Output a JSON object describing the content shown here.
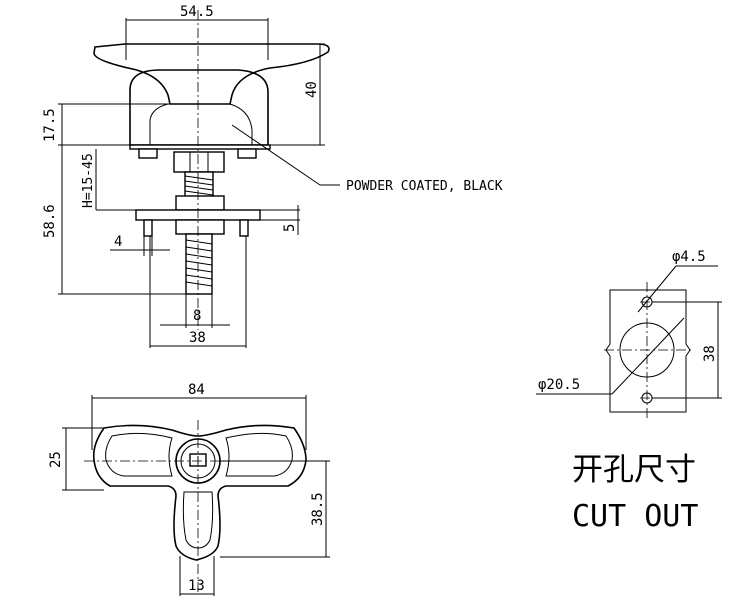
{
  "dimensions": {
    "top_width": "54.5",
    "height_40": "40",
    "h_17_5": "17.5",
    "h_58_6": "58.6",
    "grip_range": "H=15-45",
    "pin_4": "4",
    "d_5": "5",
    "thread_8": "8",
    "base_38": "38",
    "plan_84": "84",
    "plan_25": "25",
    "plan_38_5": "38.5",
    "plan_13": "13",
    "hole_small": "φ4.5",
    "hole_large": "φ20.5",
    "cut_38": "38"
  },
  "notes": {
    "finish": "POWDER COATED, BLACK"
  },
  "cutout": {
    "title_cn": "开孔尺寸",
    "title_en": "CUT OUT"
  }
}
